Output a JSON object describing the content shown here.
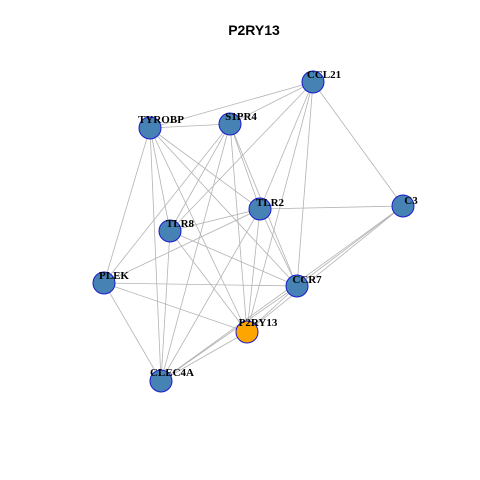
{
  "title": "P2RY13",
  "colors": {
    "edge": "#b3b3b3",
    "node_fill": "#4682b4",
    "node_stroke": "#1a1acd",
    "hub_fill": "#ffa500",
    "label": "#000000"
  },
  "nodes": [
    {
      "id": "CCL21",
      "label": "CCL21",
      "hub": false
    },
    {
      "id": "S1PR4",
      "label": "S1PR4",
      "hub": false
    },
    {
      "id": "TYROBP",
      "label": "TYROBP",
      "hub": false
    },
    {
      "id": "TLR2",
      "label": "TLR2",
      "hub": false
    },
    {
      "id": "C3",
      "label": "C3",
      "hub": false
    },
    {
      "id": "TLR8",
      "label": "TLR8",
      "hub": false
    },
    {
      "id": "PLEK",
      "label": "PLEK",
      "hub": false
    },
    {
      "id": "CCR7",
      "label": "CCR7",
      "hub": false
    },
    {
      "id": "P2RY13",
      "label": "P2RY13",
      "hub": true
    },
    {
      "id": "CLEC4A",
      "label": "CLEC4A",
      "hub": false
    }
  ],
  "edges": [
    [
      "TYROBP",
      "CCL21"
    ],
    [
      "TYROBP",
      "S1PR4"
    ],
    [
      "TYROBP",
      "TLR2"
    ],
    [
      "TYROBP",
      "CCR7"
    ],
    [
      "TYROBP",
      "P2RY13"
    ],
    [
      "TYROBP",
      "CLEC4A"
    ],
    [
      "TYROBP",
      "PLEK"
    ],
    [
      "TYROBP",
      "TLR8"
    ],
    [
      "S1PR4",
      "CCL21"
    ],
    [
      "S1PR4",
      "TLR2"
    ],
    [
      "S1PR4",
      "CCR7"
    ],
    [
      "S1PR4",
      "P2RY13"
    ],
    [
      "S1PR4",
      "TLR8"
    ],
    [
      "S1PR4",
      "PLEK"
    ],
    [
      "S1PR4",
      "CLEC4A"
    ],
    [
      "CCL21",
      "TLR2"
    ],
    [
      "CCL21",
      "C3"
    ],
    [
      "CCL21",
      "CCR7"
    ],
    [
      "CCL21",
      "P2RY13"
    ],
    [
      "CCL21",
      "TLR8"
    ],
    [
      "TLR2",
      "C3"
    ],
    [
      "TLR2",
      "TLR8"
    ],
    [
      "TLR2",
      "PLEK"
    ],
    [
      "TLR2",
      "CCR7"
    ],
    [
      "TLR2",
      "P2RY13"
    ],
    [
      "TLR2",
      "CLEC4A"
    ],
    [
      "C3",
      "CCR7"
    ],
    [
      "C3",
      "P2RY13"
    ],
    [
      "C3",
      "CLEC4A"
    ],
    [
      "TLR8",
      "P2RY13"
    ],
    [
      "TLR8",
      "CCR7"
    ],
    [
      "TLR8",
      "CLEC4A"
    ],
    [
      "PLEK",
      "CCR7"
    ],
    [
      "PLEK",
      "P2RY13"
    ],
    [
      "PLEK",
      "CLEC4A"
    ],
    [
      "CCR7",
      "P2RY13"
    ],
    [
      "CCR7",
      "CLEC4A"
    ],
    [
      "P2RY13",
      "CLEC4A"
    ]
  ]
}
